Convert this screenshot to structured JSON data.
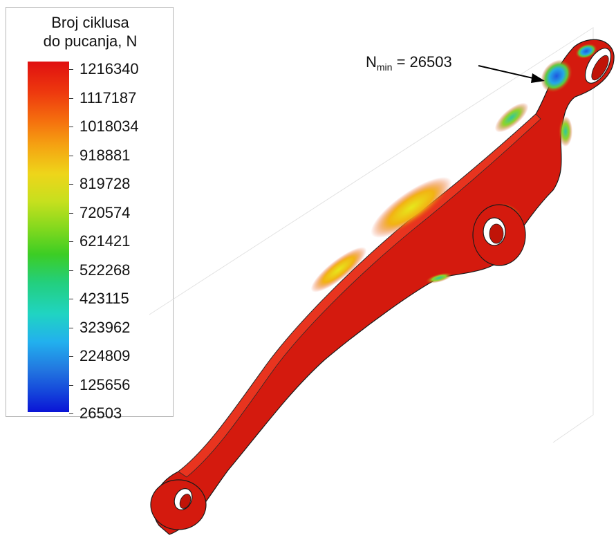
{
  "legend": {
    "title_line1": "Broj ciklusa",
    "title_line2": "do pucanja, N",
    "ticks": [
      "1216340",
      "1117187",
      "1018034",
      "918881",
      "819728",
      "720574",
      "621421",
      "522268",
      "423115",
      "323962",
      "224809",
      "125656",
      "26503"
    ],
    "max": 1216340,
    "min": 26503,
    "gradient_colors": [
      "#e01010",
      "#f5700e",
      "#eed51a",
      "#7fd81e",
      "#23cf7d",
      "#20d4c2",
      "#2276e0",
      "#0a14d6"
    ]
  },
  "annotation": {
    "symbol": "N",
    "subscript": "min",
    "value_text": " = 26503"
  },
  "part": {
    "base_color": "#d41a0e",
    "edge_color": "#e8341f",
    "min_zone_color": "#1f6fe0"
  }
}
